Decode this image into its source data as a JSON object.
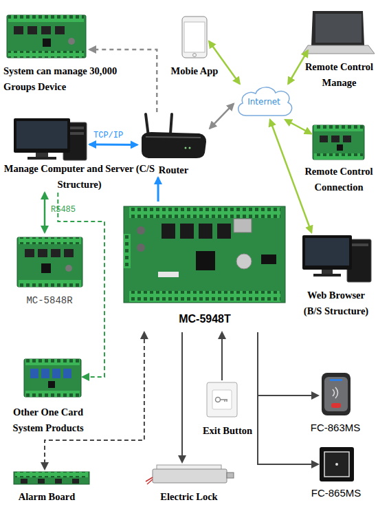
{
  "diagram": {
    "nodes": [
      {
        "text": [
          "System can manage 30,000 Groups Device"
        ]
      },
      {
        "text": [
          "Mobie App"
        ]
      },
      {
        "text": [
          "Remote Control Manage"
        ]
      },
      {
        "text": [
          "Internet"
        ]
      },
      {
        "text": [
          "Manage Computer and Server (C/S Structure)"
        ]
      },
      {
        "text": [
          "Router"
        ]
      },
      {
        "text": [
          "Remote Control Connection"
        ]
      },
      {
        "text": [
          "MC-5948T"
        ]
      },
      {
        "text": [
          "MC-5848R"
        ]
      },
      {
        "text": [
          "Web Browser (B/S Structure)"
        ]
      },
      {
        "text": [
          "Other One Card System Products"
        ]
      },
      {
        "text": [
          "Exit Button"
        ]
      },
      {
        "text": [
          "FC-863MS"
        ]
      },
      {
        "text": [
          "Alarm Board"
        ]
      },
      {
        "text": [
          "Electric Lock"
        ]
      },
      {
        "text": [
          "FC-865MS"
        ]
      }
    ],
    "edges": [
      {
        "from": 5,
        "to": 0,
        "arrow": "to"
      },
      {
        "from": 1,
        "to": 3,
        "arrow": "both"
      },
      {
        "from": 2,
        "to": 3,
        "arrow": "both"
      },
      {
        "from": 5,
        "to": 3,
        "arrow": "both"
      },
      {
        "from": 3,
        "to": 6,
        "arrow": "both"
      },
      {
        "from": 3,
        "to": 9,
        "arrow": "both"
      },
      {
        "from": 4,
        "to": 5,
        "label": "TCP/IP",
        "arrow": "both"
      },
      {
        "from": 7,
        "to": 5,
        "arrow": "to"
      },
      {
        "from": 4,
        "to": 8,
        "label": "RS485",
        "arrow": "both"
      },
      {
        "from": 4,
        "to": 10,
        "arrow": "to"
      },
      {
        "from": 7,
        "to": 13,
        "arrow": "both"
      },
      {
        "from": 7,
        "to": 14,
        "arrow": "to"
      },
      {
        "from": 11,
        "to": 7,
        "arrow": "to"
      },
      {
        "from": 7,
        "to": 12,
        "arrow": "to"
      },
      {
        "from": 7,
        "to": 15,
        "arrow": "to"
      }
    ]
  }
}
